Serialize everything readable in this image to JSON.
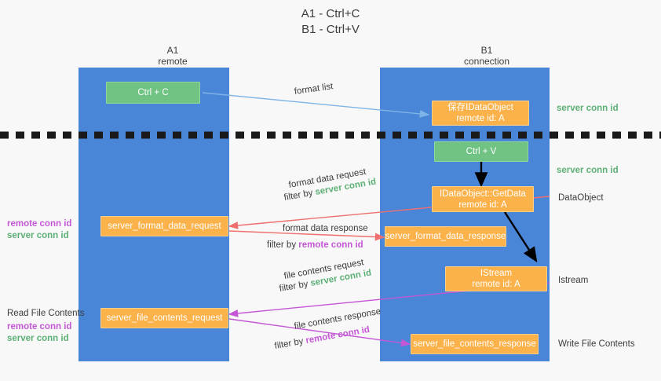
{
  "title": {
    "line1": "A1 - Ctrl+C",
    "line2": "B1 - Ctrl+V"
  },
  "columns": [
    {
      "id": "a1",
      "name": "A1",
      "sub": "remote"
    },
    {
      "id": "b1",
      "name": "B1",
      "sub": "connection"
    }
  ],
  "boxes": {
    "ctrl_c": {
      "label": "Ctrl + C",
      "color": "#71c383"
    },
    "ctrl_v": {
      "label": "Ctrl + V",
      "color": "#71c383"
    },
    "save_dataobject": {
      "line1": "保存IDataObject",
      "line2": "remote id: A",
      "color": "#fbb24a"
    },
    "getdata": {
      "line1": "IDataObject::GetData",
      "line2": "remote id: A",
      "color": "#fbb24a"
    },
    "istream": {
      "line1": "IStream",
      "line2": "remote id: A",
      "color": "#fbb24a"
    },
    "server_format_data_request": {
      "label": "server_format_data_request",
      "color": "#fbb24a"
    },
    "server_format_data_response": {
      "label": "server_format_data_response",
      "color": "#fbb24a"
    },
    "server_file_contents_request": {
      "label": "server_file_contents_request",
      "color": "#fbb24a"
    },
    "server_file_contents_response": {
      "label": "server_file_contents_response",
      "color": "#fbb24a"
    }
  },
  "right_labels": {
    "server_conn_id_1": "server conn id",
    "server_conn_id_2": "server conn id",
    "dataobject": "DataObject",
    "istream": "Istream",
    "write_file_contents": "Write File Contents"
  },
  "left_labels": {
    "remote_conn_id_1": "remote conn id",
    "server_conn_id_1": "server conn id",
    "read_file_contents": "Read File Contents",
    "remote_conn_id_2": "remote conn id",
    "server_conn_id_2": "server conn id"
  },
  "arrow_labels": {
    "format_list": "format list",
    "format_data_request": "format data request",
    "format_data_request_filter_prefix": "filter by ",
    "format_data_request_filter_value": "server conn id",
    "format_data_response": "format data response",
    "format_data_response_filter_prefix": "filter by ",
    "format_data_response_filter_value": "remote conn id",
    "file_contents_request": "file contents request",
    "file_contents_request_filter_prefix": "filter by ",
    "file_contents_request_filter_value": "server conn id",
    "file_contents_response": "file contents response",
    "file_contents_response_filter_prefix": "filter by ",
    "file_contents_response_filter_value": "remote conn id"
  },
  "colors": {
    "lane": "#4a86d8",
    "green_box": "#71c383",
    "orange_box": "#fbb24a",
    "green_text": "#5db075",
    "purple_text": "#c457d6",
    "blue_arrow": "#7eb4e8",
    "red_arrow": "#ef6f6f",
    "magenta_arrow": "#c457d6",
    "black_arrow": "#000000",
    "divider": "#1a1a1a",
    "background": "#f8f8f8"
  }
}
